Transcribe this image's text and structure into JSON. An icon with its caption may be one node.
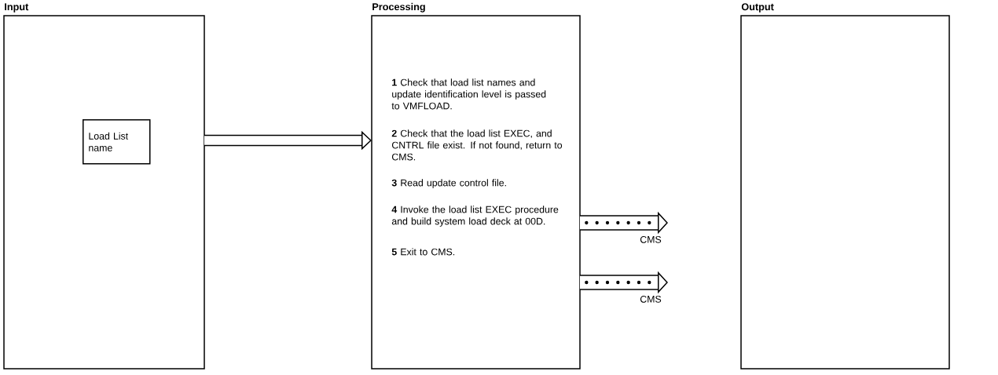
{
  "diagram": {
    "nodes": [
      {
        "text": [
          "Input"
        ]
      },
      {
        "text": [
          "Load List name"
        ],
        "in": 0
      },
      {
        "text": [
          "Processing",
          "**1** Check that load list names and update identification level is passed to VMFLOAD.",
          "**2** Check that the load list EXEC, and CNTRL file exist.  If not found, return to CMS.",
          "**3** Read update control file.",
          "**4** Invoke the load list EXEC procedure and build system load deck at 00D.",
          "**5** Exit to CMS."
        ]
      },
      {
        "text": [
          "Output"
        ]
      }
    ],
    "edges": [
      {
        "from": 0,
        "to": 2,
        "arrow": "to"
      },
      {
        "from": 2,
        "to": null,
        "arrow": "to",
        "label": "CMS"
      },
      {
        "from": 2,
        "to": null,
        "arrow": "to",
        "label": "CMS"
      }
    ]
  }
}
